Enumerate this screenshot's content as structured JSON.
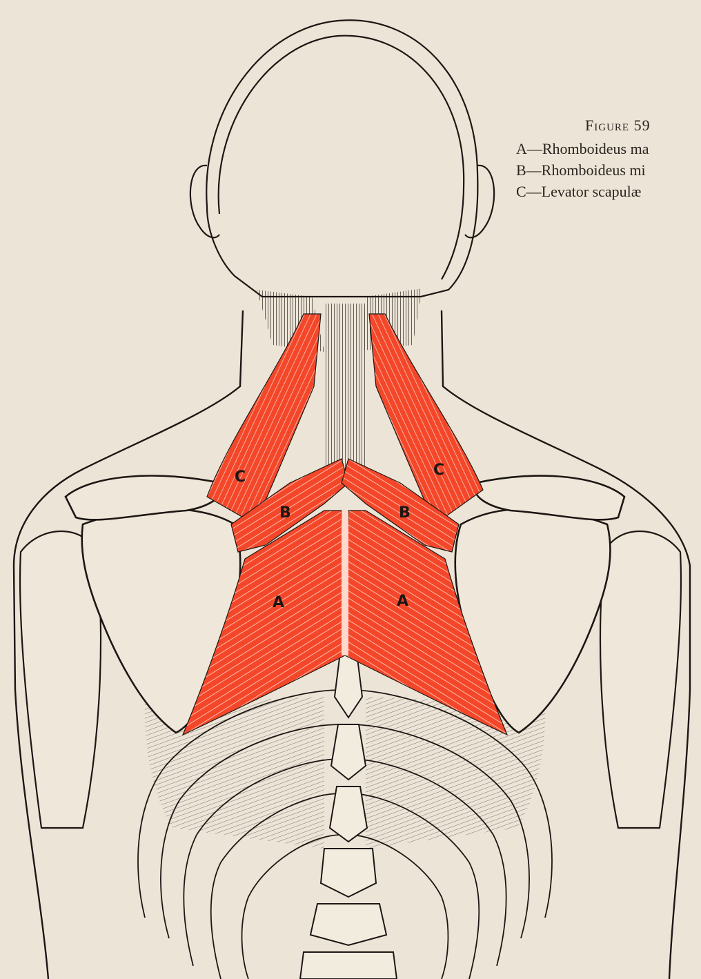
{
  "figure": {
    "title": "Figure 59",
    "legend": [
      "A—Rhomboideus ma",
      "B—Rhomboideus mi",
      "C—Levator scapulæ"
    ]
  },
  "labels": {
    "a_left": "A",
    "a_right": "A",
    "b_left": "B",
    "b_right": "B",
    "c_left": "C",
    "c_right": "C"
  },
  "colors": {
    "paper": "#ece4d6",
    "ink": "#1c1714",
    "muscle": "#f4472a",
    "muscle_fibre": "#ffd9cc"
  }
}
